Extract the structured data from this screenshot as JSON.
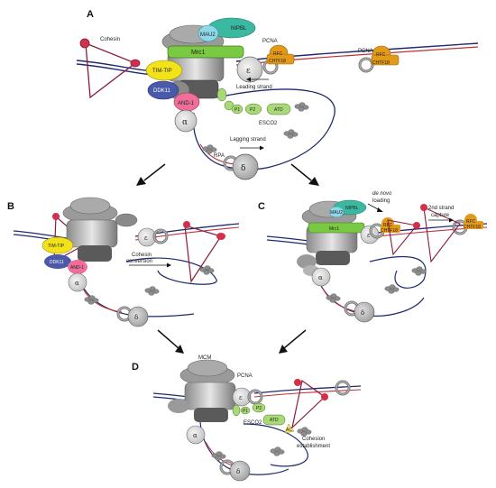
{
  "panels": {
    "a": "A",
    "b": "B",
    "c": "C",
    "d": "D"
  },
  "labels": {
    "cohesin": "Cohesin",
    "nipbl": "NIPBL",
    "mau2": "MAU2",
    "mrc1": "Mrc1",
    "pcna": "PCNA",
    "rfc": "RFC",
    "chtf18": "CHTF18",
    "tim_tip": "TIM-TIP",
    "ddk11": "DDK11",
    "and1": "AND-1",
    "leading_strand": "Leading strand",
    "lagging_strand": "Lagging strand",
    "esco2": "ESCO2",
    "p1": "P1",
    "p2": "P2",
    "atd": "ATD",
    "rpa": "RPA",
    "alpha": "α",
    "delta": "δ",
    "epsilon": "ε",
    "cohesin_conversion_1": "Cohesin",
    "cohesin_conversion_2": "conversion",
    "de_novo": "de novo",
    "loading": "loading",
    "second_strand_1": "2nd strand",
    "second_strand_2": "capture",
    "mcm": "MCM",
    "ac": "AC",
    "cohesion_est_1": "Cohesion",
    "cohesion_est_2": "establishment"
  },
  "colors": {
    "dna_blue": "#1f2a6e",
    "dna_red": "#c0303a",
    "cohesin": "#8a1a3a",
    "mcm_gray": "#9a9a9a",
    "mrc1_green": "#7ac943",
    "nipbl_teal": "#3ab8a0",
    "mau2_cyan": "#8fd8e8",
    "rfc_orange": "#e39a1a",
    "tim_yellow": "#f2e21a",
    "ddk_blue": "#4a5aa8",
    "and1_pink": "#ef6f9a",
    "esco2_green": "#a8d878",
    "ac_yellow": "#f4e27a"
  }
}
